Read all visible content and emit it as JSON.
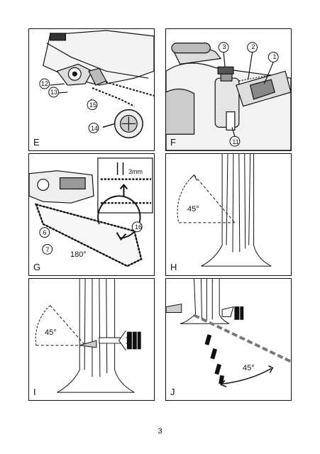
{
  "panels": [
    {
      "id": "E",
      "label": "E",
      "callouts": [
        "12",
        "13",
        "15",
        "14"
      ]
    },
    {
      "id": "F",
      "label": "F",
      "callouts": [
        "3",
        "2",
        "1",
        "11"
      ]
    },
    {
      "id": "G",
      "label": "G",
      "callouts": [
        "6",
        "7",
        "16"
      ],
      "angle": "180°",
      "gap": "3mm"
    },
    {
      "id": "H",
      "label": "H",
      "angle": "45°"
    },
    {
      "id": "I",
      "label": "I",
      "angle": "45°"
    },
    {
      "id": "J",
      "label": "J",
      "angle": "45°"
    }
  ],
  "page_number": "3"
}
